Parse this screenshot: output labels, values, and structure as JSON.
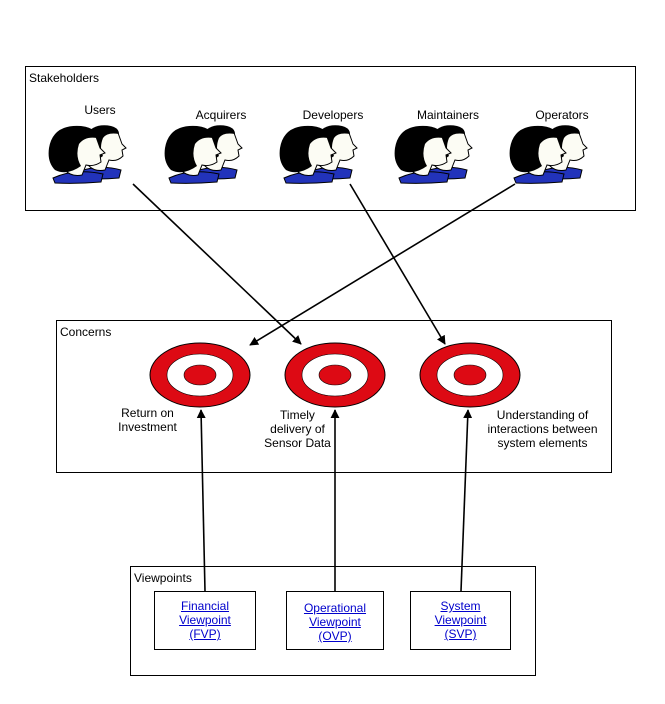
{
  "stakeholders": {
    "title": "Stakeholders",
    "people": [
      {
        "label": "Users"
      },
      {
        "label": "Acquirers"
      },
      {
        "label": "Developers"
      },
      {
        "label": "Maintainers"
      },
      {
        "label": "Operators"
      }
    ]
  },
  "concerns": {
    "title": "Concerns",
    "items": [
      {
        "lines": [
          "Return on",
          "Investment"
        ]
      },
      {
        "lines": [
          "Timely",
          "delivery of",
          "Sensor Data"
        ]
      },
      {
        "lines": [
          "Understanding of",
          "interactions between",
          "system elements"
        ]
      }
    ]
  },
  "viewpoints": {
    "title": "Viewpoints",
    "items": [
      {
        "lines": [
          "Financial",
          "Viewpoint",
          "(FVP)"
        ]
      },
      {
        "lines": [
          "Operational",
          "Viewpoint",
          "(OVP)"
        ]
      },
      {
        "lines": [
          "System",
          "Viewpoint",
          "(SVP)"
        ]
      }
    ]
  },
  "colors": {
    "target_red": "#dd0a14",
    "skin": "#fcfcf4",
    "hair": "#000000",
    "shirt": "#2233bb",
    "link": "#0000cc"
  }
}
